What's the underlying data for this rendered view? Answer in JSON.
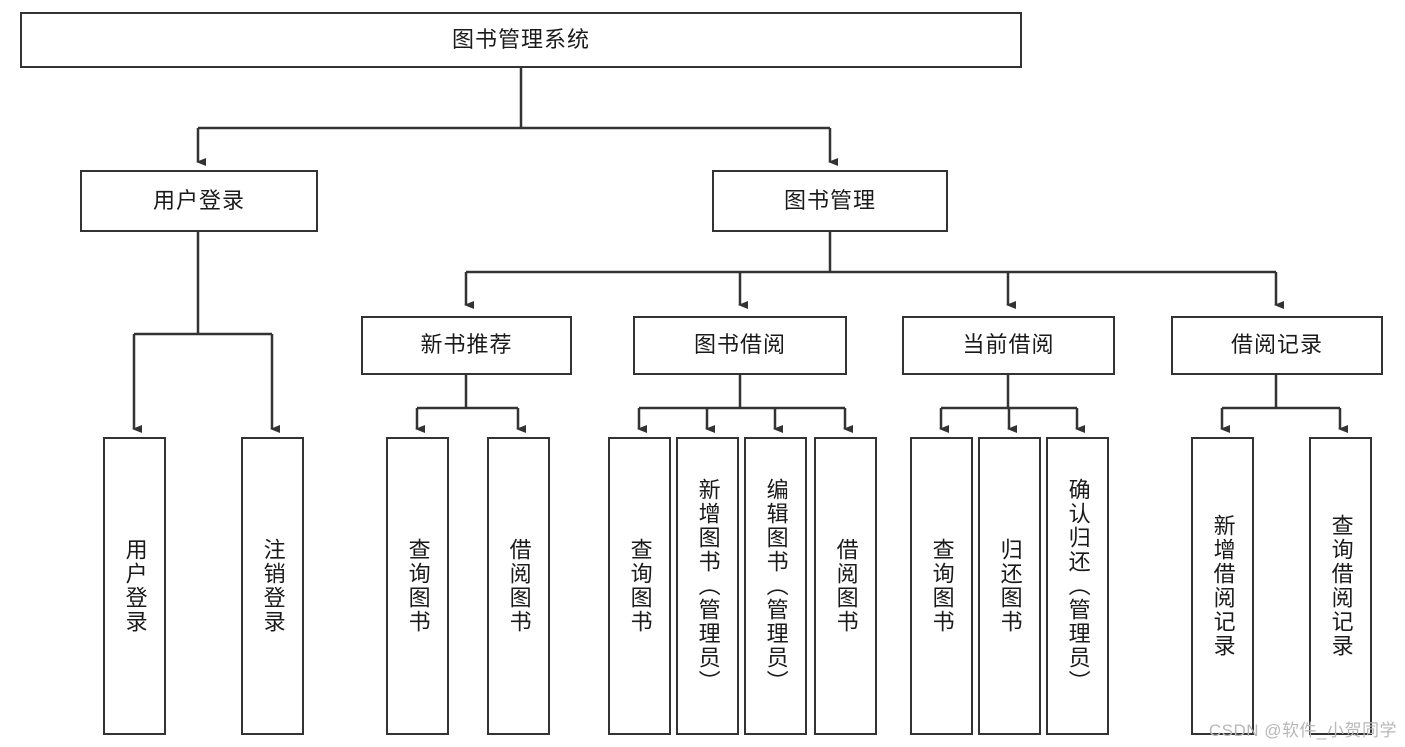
{
  "diagram": {
    "title": "图书管理系统",
    "type": "hierarchy-tree",
    "watermark": "CSDN @软件_小贺同学",
    "colors": {
      "node_border": "#333333",
      "node_fill": "#ffffff",
      "connector": "#333333",
      "background": "#ffffff",
      "watermark": "#b8b8b8"
    },
    "levels": {
      "root": {
        "label": "图书管理系统"
      },
      "level2": [
        {
          "id": "user-login",
          "label": "用户登录"
        },
        {
          "id": "book-management",
          "label": "图书管理"
        }
      ],
      "level3": [
        {
          "id": "new-book-recommend",
          "label": "新书推荐",
          "parent": "book-management"
        },
        {
          "id": "book-borrow",
          "label": "图书借阅",
          "parent": "book-management"
        },
        {
          "id": "current-borrow",
          "label": "当前借阅",
          "parent": "book-management"
        },
        {
          "id": "borrow-record",
          "label": "借阅记录",
          "parent": "book-management"
        }
      ],
      "leaves": [
        {
          "id": "leaf-user-login",
          "label": "用户登录",
          "parent": "user-login"
        },
        {
          "id": "leaf-logout-login",
          "label": "注销登录",
          "parent": "user-login"
        },
        {
          "id": "leaf-query-book-1",
          "label": "查询图书",
          "parent": "new-book-recommend"
        },
        {
          "id": "leaf-borrow-book-1",
          "label": "借阅图书",
          "parent": "new-book-recommend"
        },
        {
          "id": "leaf-query-book-2",
          "label": "查询图书",
          "parent": "book-borrow"
        },
        {
          "id": "leaf-add-book",
          "label": "新增图书（管理员）",
          "parent": "book-borrow"
        },
        {
          "id": "leaf-edit-book",
          "label": "编辑图书（管理员）",
          "parent": "book-borrow"
        },
        {
          "id": "leaf-borrow-book-2",
          "label": "借阅图书",
          "parent": "book-borrow"
        },
        {
          "id": "leaf-query-book-3",
          "label": "查询图书",
          "parent": "current-borrow"
        },
        {
          "id": "leaf-return-book",
          "label": "归还图书",
          "parent": "current-borrow"
        },
        {
          "id": "leaf-confirm-return",
          "label": "确认归还（管理员）",
          "parent": "current-borrow"
        },
        {
          "id": "leaf-add-record",
          "label": "新增借阅记录",
          "parent": "borrow-record"
        },
        {
          "id": "leaf-query-record",
          "label": "查询借阅记录",
          "parent": "borrow-record"
        }
      ]
    }
  }
}
